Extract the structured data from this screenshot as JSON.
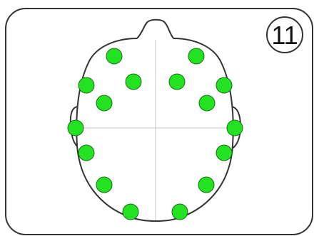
{
  "badge": {
    "number": "11"
  },
  "colors": {
    "frame_stroke": "#333333",
    "head_stroke": "#333333",
    "crosshair": "#c8c8c8",
    "electrode_fill": "#22e222",
    "electrode_stroke": "#1a6f1a"
  },
  "electrodes": [
    {
      "name": "electrode-left-front-1"
    },
    {
      "name": "electrode-right-front-1"
    },
    {
      "name": "electrode-left-front-2"
    },
    {
      "name": "electrode-left-front-3"
    },
    {
      "name": "electrode-right-front-3"
    },
    {
      "name": "electrode-right-front-2"
    },
    {
      "name": "electrode-left-mid-1"
    },
    {
      "name": "electrode-right-mid-1"
    },
    {
      "name": "electrode-left-temporal"
    },
    {
      "name": "electrode-right-temporal"
    },
    {
      "name": "electrode-left-mid-2"
    },
    {
      "name": "electrode-right-mid-2"
    },
    {
      "name": "electrode-left-back-1"
    },
    {
      "name": "electrode-right-back-1"
    },
    {
      "name": "electrode-left-back-2"
    },
    {
      "name": "electrode-right-back-2"
    }
  ]
}
